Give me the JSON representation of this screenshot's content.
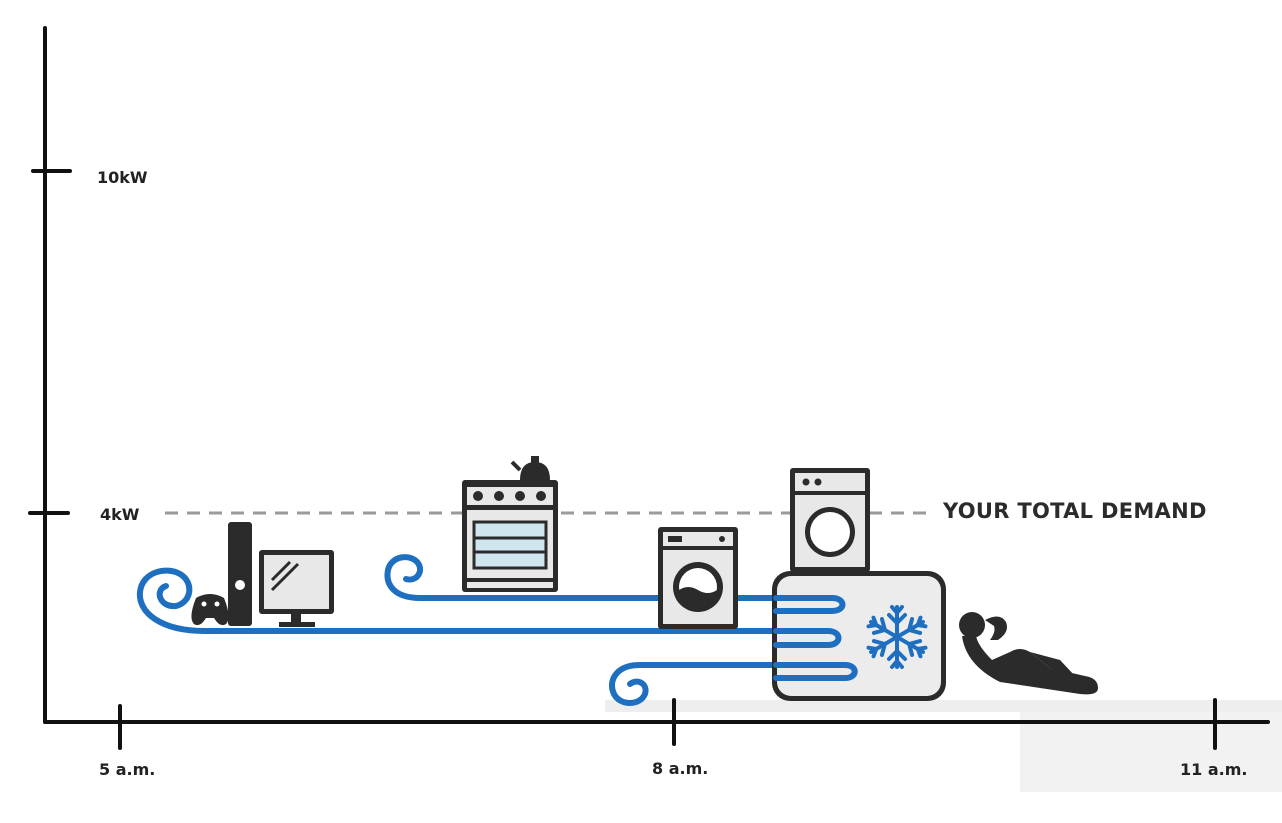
{
  "y_axis": {
    "ticks": [
      {
        "label": "10kW",
        "value": 10
      },
      {
        "label": "4kW",
        "value": 4
      }
    ]
  },
  "x_axis": {
    "ticks": [
      {
        "label": "5 a.m."
      },
      {
        "label": "8 a.m."
      },
      {
        "label": "11 a.m."
      }
    ]
  },
  "demand_line": {
    "label": "YOUR TOTAL DEMAND",
    "value_kw": 4
  },
  "appliances": [
    {
      "name": "game-console-icon"
    },
    {
      "name": "computer-monitor-icon"
    },
    {
      "name": "oven-stove-icon"
    },
    {
      "name": "kettle-icon"
    },
    {
      "name": "washing-machine-icon"
    },
    {
      "name": "tumble-dryer-icon"
    },
    {
      "name": "heat-pump-icon"
    },
    {
      "name": "snowflake-icon"
    },
    {
      "name": "reclining-person-icon"
    }
  ],
  "colors": {
    "flow": "#1f6fc0",
    "axis": "#111111",
    "icon_dark": "#2b2b2b",
    "icon_fill": "#e8e8e8",
    "dash": "#9a9a9a"
  }
}
